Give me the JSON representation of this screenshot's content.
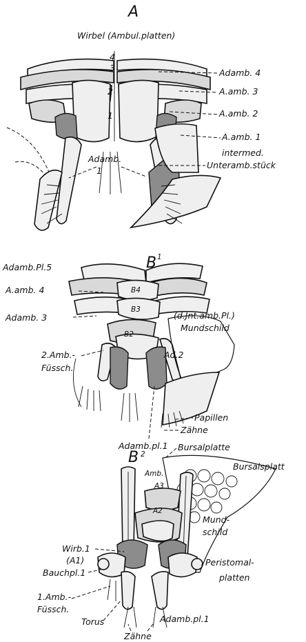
{
  "figure_a": {
    "letter": "A",
    "title": "Wirbel (Ambul.platten)",
    "vert_numbers": [
      "4",
      "3",
      "2",
      "1"
    ],
    "labels": {
      "adamb4": "Adamb. 4",
      "aamb3": "A.amb. 3",
      "aamb2": "A.amb. 2",
      "aamb1": "A.amb. 1",
      "intermed": "intermed.",
      "unteramb": "Unteramb.stück",
      "adamb_inner": "Adamb.",
      "adamb_inner_num": "1"
    }
  },
  "figure_b1": {
    "letter": "B",
    "sup": "1",
    "labels": {
      "adamb_pl5": "Adamb.Pl.5",
      "aamb4": "A.amb.   4",
      "adamb3": "Adamb. 3",
      "b4": "B4",
      "b3": "B3",
      "b2": "B2",
      "jntamb": "(d.Jnt.amb.Pl.)",
      "mundschild": "Mundschild",
      "amb_fussch_1": "2.Amb.-",
      "amb_fussch_2": "Füssch.",
      "ad2": "Ad.2",
      "papillen": "Papillen",
      "zaehne": "Zähne",
      "adamb_pl1": "Adamb.pl.1"
    }
  },
  "figure_b2": {
    "letter": "B",
    "sup": "2",
    "labels": {
      "bursalplatte": "Bursalplatte",
      "bursalsplatt": "Bursalsplatt",
      "amb": "Amb.",
      "a3": "A3",
      "a2": "A2",
      "mund": "Mund-",
      "schild": "schild",
      "wirb1": "Wirb.1",
      "a1": "(A1)",
      "bauchpl1": "Bauchpl.1",
      "peristomal1": "Peristomal-",
      "peristomal2": "platten",
      "amb_fussch_1": "1.Amb.-",
      "amb_fussch_2": "Füssch.",
      "torus": "Torus",
      "adamb_pl1": "Adamb.pl.1",
      "zaehne": "Zähne"
    }
  }
}
